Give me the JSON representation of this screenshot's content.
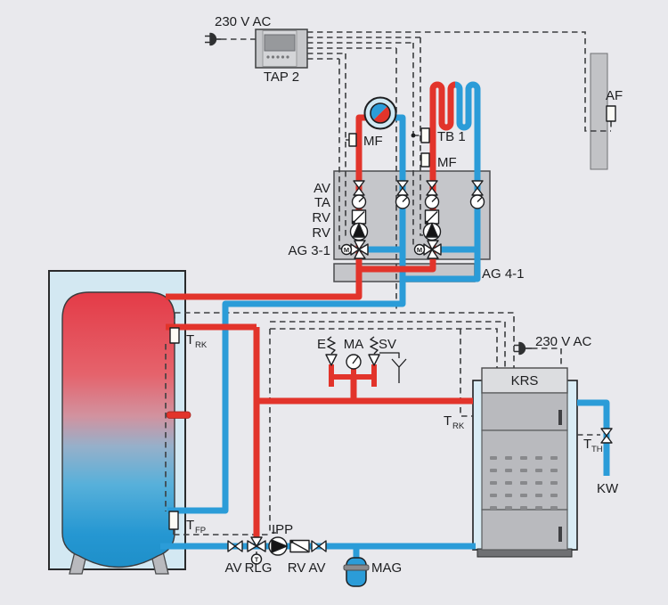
{
  "colors": {
    "pipe_hot": "#e2342b",
    "pipe_cold": "#2b9cd8",
    "control": "#3c3e40",
    "background": "#e9e9ed",
    "box_gray": "#c5c6ca",
    "tank_shell": "#d3e8f2",
    "boiler_shell": "#d9ecf5"
  },
  "mains_top": {
    "label": "230 V AC"
  },
  "controller": {
    "label": "TAP 2"
  },
  "outdoor_sensor": {
    "label": "AF"
  },
  "circuit_mixed": {
    "sensor": "MF"
  },
  "circuit_floor": {
    "name": "TB 1",
    "sensor": "MF"
  },
  "station": {
    "rows": [
      "AV",
      "TA",
      "RV",
      "RV"
    ],
    "mixer_label": "AG 3-1",
    "manifold_label": "AG 4-1",
    "motor_letter": "M"
  },
  "tank": {
    "sensor_top_main": "T",
    "sensor_top_sub": "RK",
    "sensor_bottom_main": "T",
    "sensor_bottom_sub": "FP"
  },
  "safety_group": {
    "vent": "E",
    "manometer": "MA",
    "valve": "SV"
  },
  "boiler": {
    "name": "KRS",
    "mains": "230 V AC",
    "sensor_main": "T",
    "sensor_sub": "RK",
    "thermo_main": "T",
    "thermo_sub": "TH",
    "cold_water": "KW"
  },
  "return_line": {
    "valve1": "AV",
    "mixvalve": "RLG",
    "thermo_letter": "T",
    "pump": "IPP",
    "check": "RV",
    "valve2": "AV",
    "vessel": "MAG"
  }
}
